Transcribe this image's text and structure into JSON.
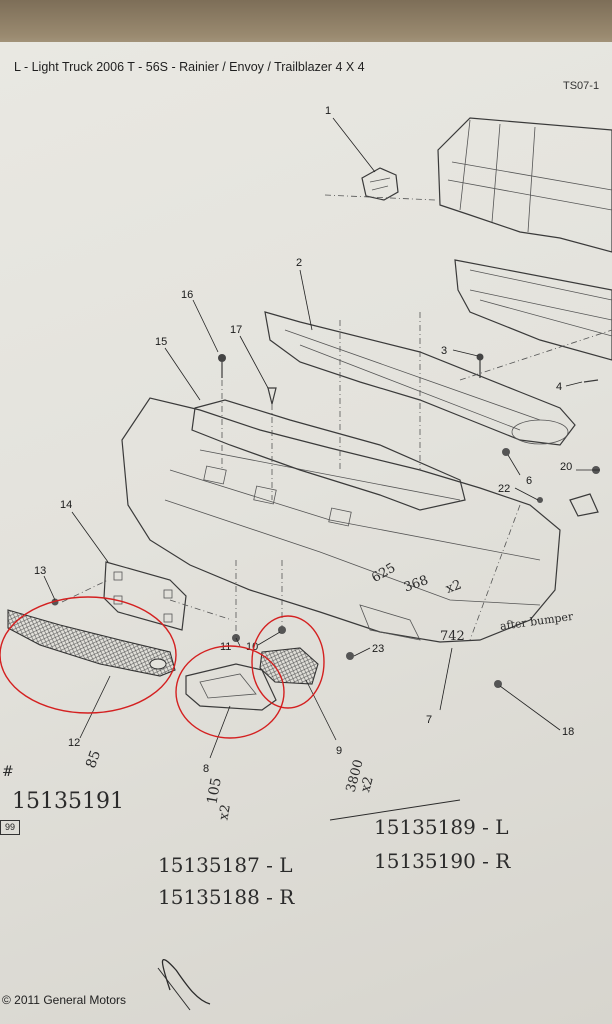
{
  "header": {
    "title": "L - Light Truck 2006 T - 56S - Rainier / Envoy / Trailblazer 4 X 4",
    "figure_code": "TS07-1"
  },
  "callouts": [
    "1",
    "2",
    "3",
    "4",
    "6",
    "7",
    "8",
    "9",
    "10",
    "11",
    "12",
    "13",
    "14",
    "15",
    "16",
    "17",
    "18",
    "20",
    "22",
    "23"
  ],
  "handwritten": {
    "part_12": "15135191",
    "price_12": "85",
    "part_8_l": "15135187 - L",
    "part_8_r": "15135188 - R",
    "price_8": "105",
    "qty_8": "x2",
    "part_9_l": "15135189 - L",
    "part_9_r": "15135190 - R",
    "price_9": "3800",
    "qty_9": "x2",
    "note_a": "625",
    "note_b": "368",
    "note_c": "x2",
    "note_d": "742",
    "note_e": "after bumper",
    "mark_left": "#"
  },
  "footer": {
    "page_tag": "99",
    "copyright": "© 2011 General Motors"
  },
  "highlight_color": "#d42020"
}
